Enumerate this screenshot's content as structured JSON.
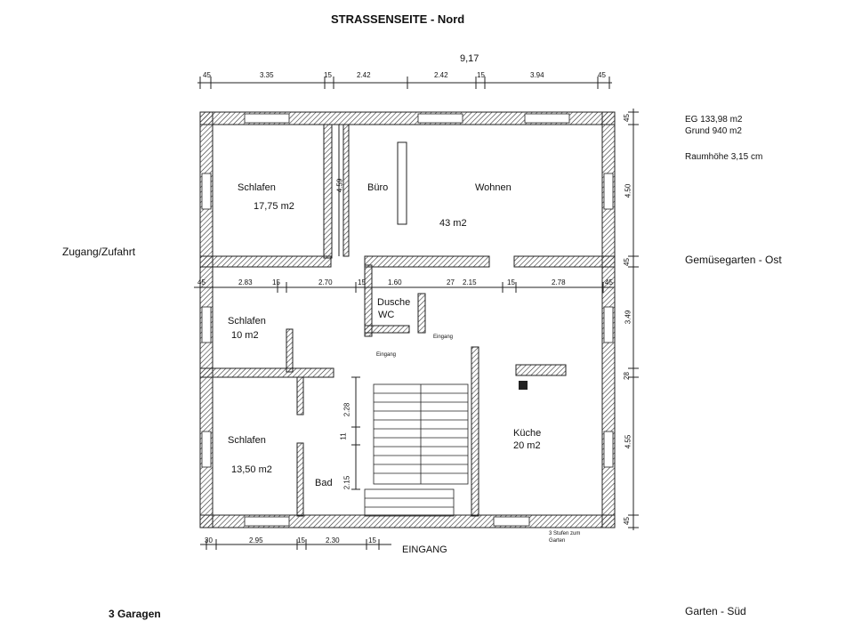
{
  "header": {
    "title": "STRASSENSEITE - Nord"
  },
  "dims": {
    "overall_width": "9,17",
    "top_row": [
      "45",
      "3.35",
      "15",
      "2.42",
      "2.42",
      "15",
      "3.94",
      "45"
    ],
    "mid_row": [
      "45",
      "2.83",
      "15",
      "2.70",
      "15",
      "1.60",
      "27",
      "2.15",
      "15",
      "2.78",
      "45"
    ],
    "bottom_row": [
      "30",
      "2.95",
      "15",
      "2.30",
      "15"
    ],
    "right_col": [
      "45",
      "4.50",
      "45",
      "3.49",
      "28",
      "4.55",
      "45"
    ],
    "inner": {
      "bureau_depth": "4.59",
      "stair_a": "2.28",
      "stair_b": "11",
      "stair_c": "2.15"
    }
  },
  "info": {
    "eg": "EG      133,98 m2",
    "grund": "Grund  940 m2",
    "raumhoehe": "Raumhöhe 3,15 cm"
  },
  "sides": {
    "west": "Zugang/Zufahrt",
    "east": "Gemüsegarten - Ost",
    "south": "Garten - Süd",
    "garages": "3 Garagen",
    "entrance": "EINGANG"
  },
  "rooms": {
    "schlafen1": {
      "name": "Schlafen",
      "area": "17,75 m2"
    },
    "buero": {
      "name": "Büro"
    },
    "wohnen": {
      "name": "Wohnen",
      "area": "43 m2"
    },
    "schlafen2": {
      "name": "Schlafen",
      "area": "10 m2"
    },
    "dusche": {
      "name": "Dusche",
      "sub": "WC"
    },
    "schlafen3": {
      "name": "Schlafen",
      "area": "13,50 m2"
    },
    "bad": {
      "name": "Bad"
    },
    "kueche": {
      "name": "Küche",
      "area": "20 m2"
    }
  },
  "notes": {
    "eingang_left": "Eingang",
    "eingang_top": "Eingang",
    "stufen_line1": "3 Stufen zum",
    "stufen_line2": "Garten"
  }
}
